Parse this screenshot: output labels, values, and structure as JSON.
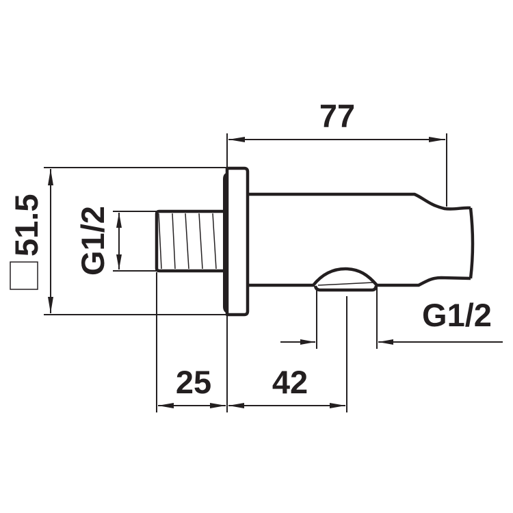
{
  "drawing": {
    "title": "Shower wall outlet with hand-shower holder - dimension drawing",
    "units": "mm",
    "colors": {
      "line": "#231f20",
      "background": "#ffffff"
    },
    "dimensions": {
      "overall_length": "77",
      "flange_square": "51.5",
      "flange_square_symbol": "square",
      "inlet_thread": "G1/2",
      "outlet_thread": "G1/2",
      "thread_length": "25",
      "outlet_offset": "42"
    }
  }
}
